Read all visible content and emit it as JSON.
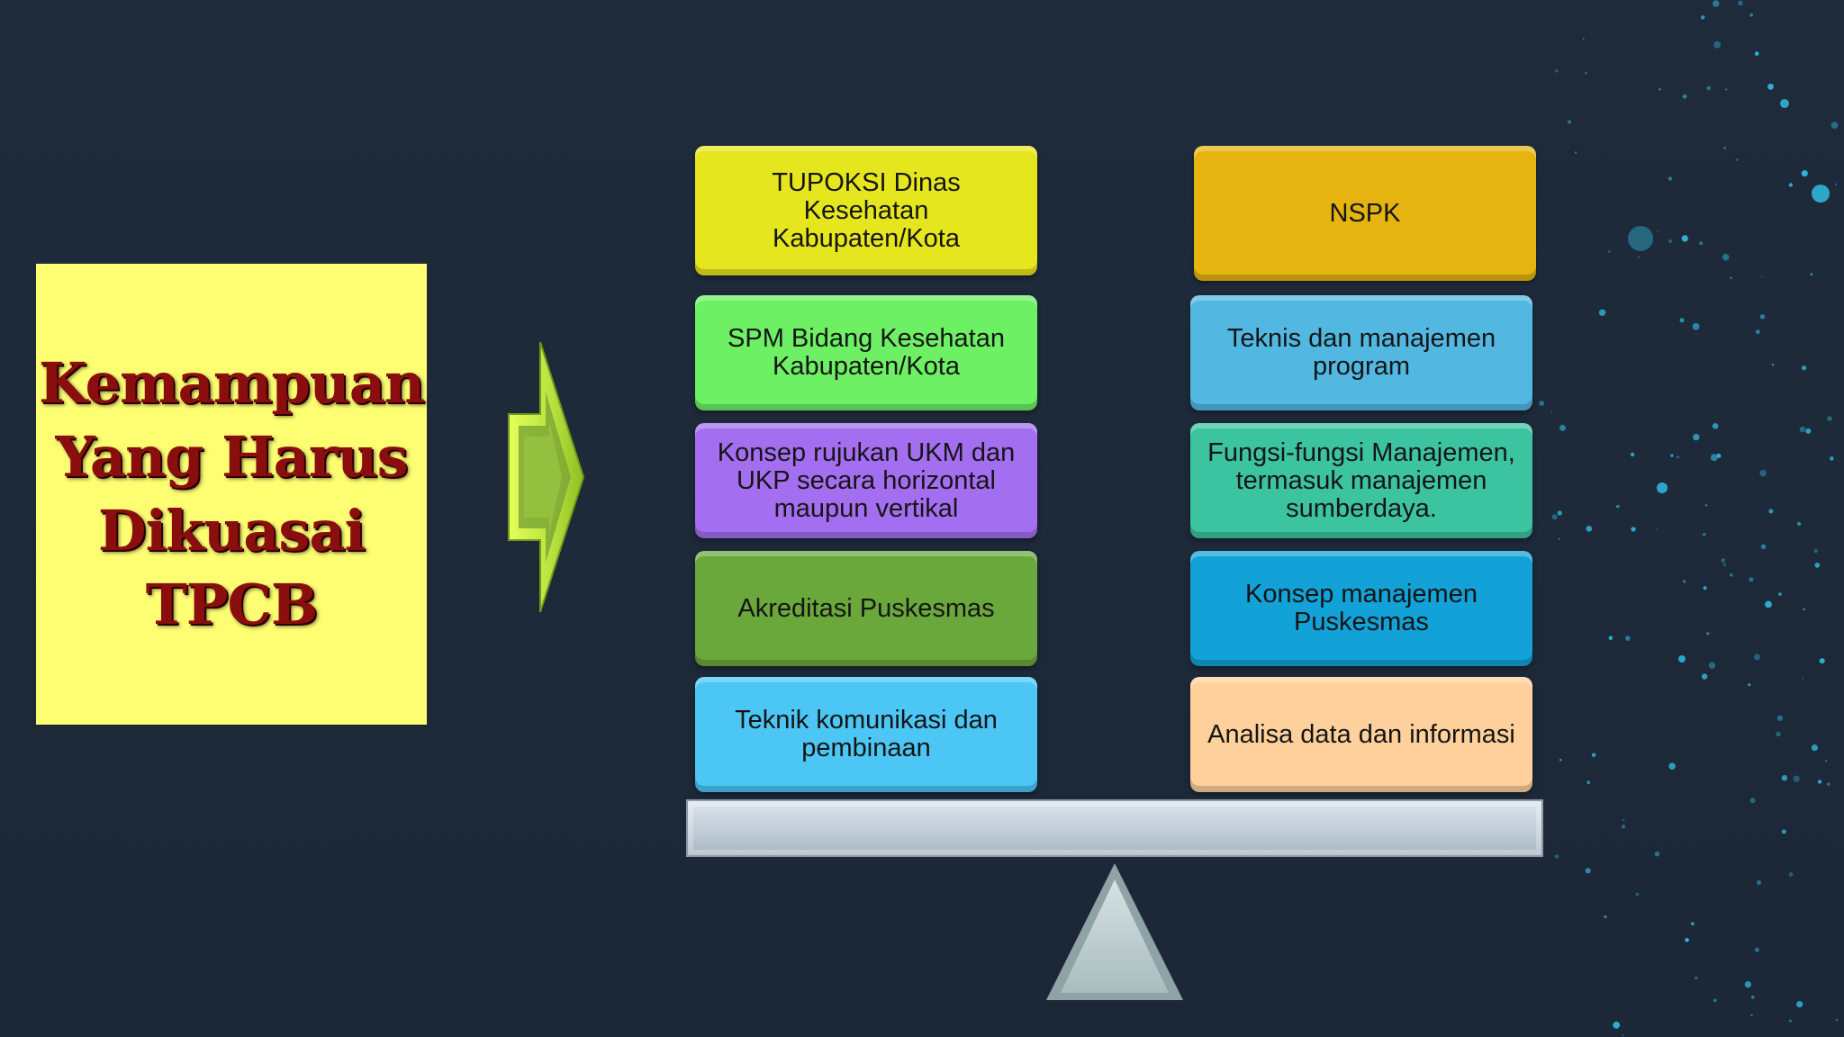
{
  "title": {
    "text": "Kemampuan\nYang Harus\nDikuasai\nTPCB"
  },
  "colors": {
    "background": "#1e2a3a",
    "title_box": "#fefe73",
    "title_text": "#8b0e0e",
    "arrow": "#b8e04a"
  },
  "left_column": [
    {
      "label": "TUPOKSI Dinas Kesehatan Kabupaten/Kota",
      "color": "#e6e61e"
    },
    {
      "label": "SPM Bidang Kesehatan Kabupaten/Kota",
      "color": "#6ef064"
    },
    {
      "label": "Konsep rujukan UKM dan UKP secara horizontal maupun vertikal",
      "color": "#a46ef0"
    },
    {
      "label": "Akreditasi Puskesmas",
      "color": "#6aa83c"
    },
    {
      "label": "Teknik komunikasi dan pembinaan",
      "color": "#4cc6f4"
    }
  ],
  "right_column": [
    {
      "label": "NSPK",
      "color": "#e6b410"
    },
    {
      "label": "Teknis dan manajemen program",
      "color": "#52b8e2"
    },
    {
      "label": "Fungsi-fungsi Manajemen, termasuk manajemen sumberdaya.",
      "color": "#3cc4a0"
    },
    {
      "label": "Konsep manajemen Puskesmas",
      "color": "#12a2d8"
    },
    {
      "label": "Analisa data dan informasi",
      "color": "#fed09c"
    }
  ]
}
